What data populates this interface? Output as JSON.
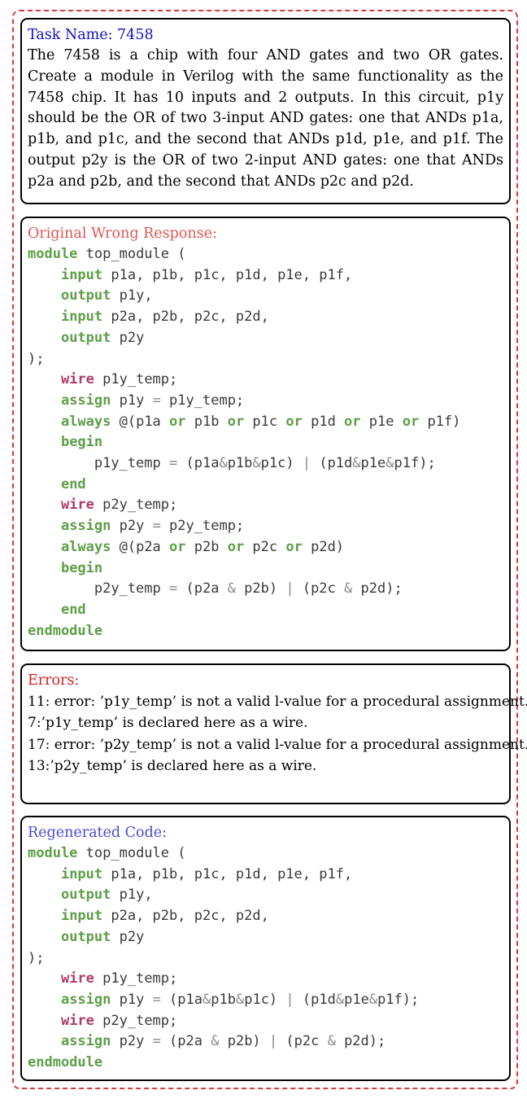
{
  "task": {
    "title": "Task Name: 7458",
    "title_color": "#1010c8",
    "description": "The 7458 is a chip with four AND gates and two OR gates. Create a module in Verilog with the same functionality as the 7458 chip. It has 10 inputs and 2 outputs. In this circuit, p1y should be the OR of two 3-input AND gates: one that ANDs p1a, p1b, and p1c, and the second that ANDs p1d, p1e, and p1f. The output p2y is the OR of two 2-input AND gates: one that ANDs p2a and p2b, and the second that ANDs p2c and p2d."
  },
  "wrong_response": {
    "title": "Original Wrong Response:",
    "title_color": "#e05555",
    "code_lines": [
      [
        {
          "t": "module",
          "c": "g"
        },
        {
          "t": " top_module ("
        }
      ],
      [
        {
          "t": "    "
        },
        {
          "t": "input",
          "c": "g"
        },
        {
          "t": " p1a, p1b, p1c, p1d, p1e, p1f,"
        }
      ],
      [
        {
          "t": "    "
        },
        {
          "t": "output",
          "c": "g"
        },
        {
          "t": " p1y,"
        }
      ],
      [
        {
          "t": "    "
        },
        {
          "t": "input",
          "c": "g"
        },
        {
          "t": " p2a, p2b, p2c, p2d,"
        }
      ],
      [
        {
          "t": "    "
        },
        {
          "t": "output",
          "c": "g"
        },
        {
          "t": " p2y"
        }
      ],
      [
        {
          "t": ");"
        }
      ],
      [
        {
          "t": "    "
        },
        {
          "t": "wire",
          "c": "m"
        },
        {
          "t": " p1y_temp;"
        }
      ],
      [
        {
          "t": "    "
        },
        {
          "t": "assign",
          "c": "g"
        },
        {
          "t": " p1y "
        },
        {
          "t": "=",
          "c": "o"
        },
        {
          "t": " p1y_temp;"
        }
      ],
      [
        {
          "t": "    "
        },
        {
          "t": "always",
          "c": "g"
        },
        {
          "t": " @(p1a "
        },
        {
          "t": "or",
          "c": "g"
        },
        {
          "t": " p1b "
        },
        {
          "t": "or",
          "c": "g"
        },
        {
          "t": " p1c "
        },
        {
          "t": "or",
          "c": "g"
        },
        {
          "t": " p1d "
        },
        {
          "t": "or",
          "c": "g"
        },
        {
          "t": " p1e "
        },
        {
          "t": "or",
          "c": "g"
        },
        {
          "t": " p1f)"
        }
      ],
      [
        {
          "t": "    "
        },
        {
          "t": "begin",
          "c": "g"
        }
      ],
      [
        {
          "t": "        p1y_temp "
        },
        {
          "t": "=",
          "c": "o"
        },
        {
          "t": " (p1a"
        },
        {
          "t": "&",
          "c": "o"
        },
        {
          "t": "p1b"
        },
        {
          "t": "&",
          "c": "o"
        },
        {
          "t": "p1c) "
        },
        {
          "t": "|",
          "c": "o"
        },
        {
          "t": " (p1d"
        },
        {
          "t": "&",
          "c": "o"
        },
        {
          "t": "p1e"
        },
        {
          "t": "&",
          "c": "o"
        },
        {
          "t": "p1f);"
        }
      ],
      [
        {
          "t": "    "
        },
        {
          "t": "end",
          "c": "g"
        }
      ],
      [
        {
          "t": "    "
        },
        {
          "t": "wire",
          "c": "m"
        },
        {
          "t": " p2y_temp;"
        }
      ],
      [
        {
          "t": "    "
        },
        {
          "t": "assign",
          "c": "g"
        },
        {
          "t": " p2y "
        },
        {
          "t": "=",
          "c": "o"
        },
        {
          "t": " p2y_temp;"
        }
      ],
      [
        {
          "t": "    "
        },
        {
          "t": "always",
          "c": "g"
        },
        {
          "t": " @(p2a "
        },
        {
          "t": "or",
          "c": "g"
        },
        {
          "t": " p2b "
        },
        {
          "t": "or",
          "c": "g"
        },
        {
          "t": " p2c "
        },
        {
          "t": "or",
          "c": "g"
        },
        {
          "t": " p2d)"
        }
      ],
      [
        {
          "t": "    "
        },
        {
          "t": "begin",
          "c": "g"
        }
      ],
      [
        {
          "t": "        p2y_temp "
        },
        {
          "t": "=",
          "c": "o"
        },
        {
          "t": " (p2a "
        },
        {
          "t": "&",
          "c": "o"
        },
        {
          "t": " p2b) "
        },
        {
          "t": "|",
          "c": "o"
        },
        {
          "t": " (p2c "
        },
        {
          "t": "&",
          "c": "o"
        },
        {
          "t": " p2d);"
        }
      ],
      [
        {
          "t": "    "
        },
        {
          "t": "end",
          "c": "g"
        }
      ],
      [
        {
          "t": "endmodule",
          "c": "g"
        }
      ]
    ]
  },
  "errors": {
    "title": "Errors:",
    "title_color": "#cc2222",
    "lines": [
      "11: error: ’p1y_temp’ is not a valid l-value for a procedural assignment.",
      "7:’p1y_temp’ is declared here as a wire.",
      "17: error: ’p2y_temp’ is not a valid l-value for a procedural assignment.",
      "13:’p2y_temp’ is declared here as a wire."
    ]
  },
  "regenerated": {
    "title": "Regenerated Code:",
    "title_color": "#4a4ad8",
    "code_lines": [
      [
        {
          "t": "module",
          "c": "g"
        },
        {
          "t": " top_module ("
        }
      ],
      [
        {
          "t": "    "
        },
        {
          "t": "input",
          "c": "g"
        },
        {
          "t": " p1a, p1b, p1c, p1d, p1e, p1f,"
        }
      ],
      [
        {
          "t": "    "
        },
        {
          "t": "output",
          "c": "g"
        },
        {
          "t": " p1y,"
        }
      ],
      [
        {
          "t": "    "
        },
        {
          "t": "input",
          "c": "g"
        },
        {
          "t": " p2a, p2b, p2c, p2d,"
        }
      ],
      [
        {
          "t": "    "
        },
        {
          "t": "output",
          "c": "g"
        },
        {
          "t": " p2y"
        }
      ],
      [
        {
          "t": ");"
        }
      ],
      [
        {
          "t": "    "
        },
        {
          "t": "wire",
          "c": "m"
        },
        {
          "t": " p1y_temp;"
        }
      ],
      [
        {
          "t": "    "
        },
        {
          "t": "assign",
          "c": "g"
        },
        {
          "t": " p1y "
        },
        {
          "t": "=",
          "c": "o"
        },
        {
          "t": " (p1a"
        },
        {
          "t": "&",
          "c": "o"
        },
        {
          "t": "p1b"
        },
        {
          "t": "&",
          "c": "o"
        },
        {
          "t": "p1c) "
        },
        {
          "t": "|",
          "c": "o"
        },
        {
          "t": " (p1d"
        },
        {
          "t": "&",
          "c": "o"
        },
        {
          "t": "p1e"
        },
        {
          "t": "&",
          "c": "o"
        },
        {
          "t": "p1f);"
        }
      ],
      [
        {
          "t": "    "
        },
        {
          "t": "wire",
          "c": "m"
        },
        {
          "t": " p2y_temp;"
        }
      ],
      [
        {
          "t": "    "
        },
        {
          "t": "assign",
          "c": "g"
        },
        {
          "t": " p2y "
        },
        {
          "t": "=",
          "c": "o"
        },
        {
          "t": " (p2a "
        },
        {
          "t": "&",
          "c": "o"
        },
        {
          "t": " p2b) "
        },
        {
          "t": "|",
          "c": "o"
        },
        {
          "t": " (p2c "
        },
        {
          "t": "&",
          "c": "o"
        },
        {
          "t": " p2d);"
        }
      ],
      [
        {
          "t": "endmodule",
          "c": "g"
        }
      ]
    ]
  }
}
